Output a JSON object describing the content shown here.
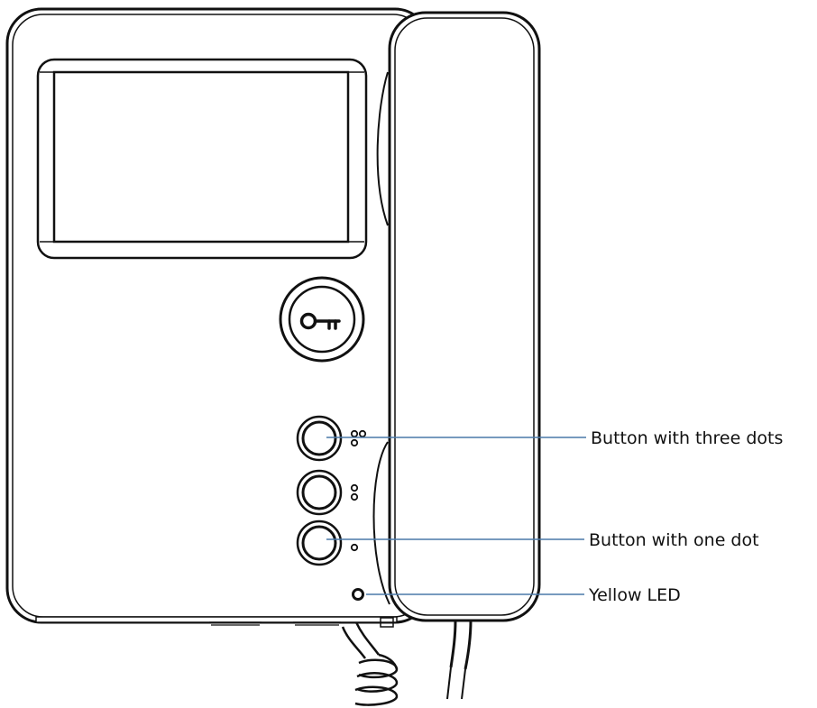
{
  "callouts": {
    "three_dots": "Button with three dots",
    "one_dot": "Button with one dot",
    "led": "Yellow LED"
  },
  "icons": {
    "door_release": "key-icon"
  },
  "colors": {
    "leader_line": "#4a79a8",
    "outline": "#111111",
    "background": "#ffffff"
  }
}
